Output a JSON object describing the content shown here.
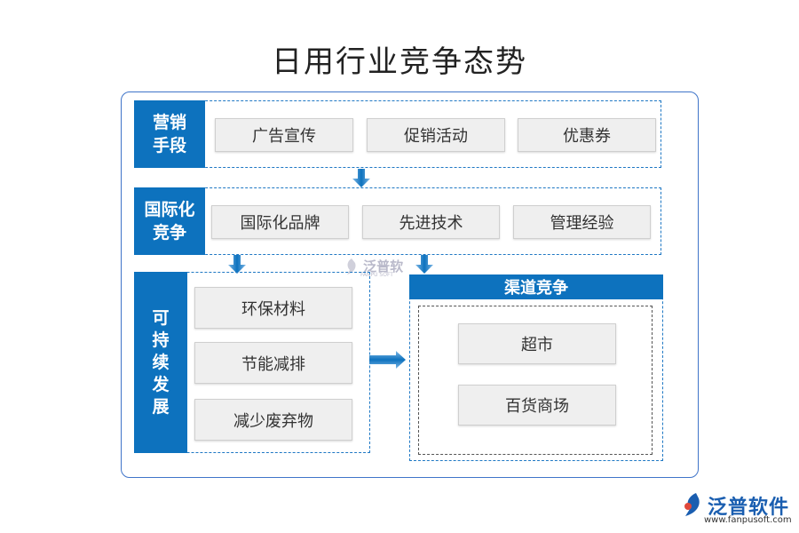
{
  "title": "日用行业竞争态势",
  "marketing": {
    "label_line1": "营销",
    "label_line2": "手段",
    "items": [
      "广告宣传",
      "促销活动",
      "优惠券"
    ]
  },
  "international": {
    "label_line1": "国际化",
    "label_line2": "竞争",
    "items": [
      "国际化品牌",
      "先进技术",
      "管理经验"
    ]
  },
  "sustainable": {
    "label_chars": [
      "可",
      "持",
      "续",
      "发",
      "展"
    ],
    "items": [
      "环保材料",
      "节能减排",
      "减少废弃物"
    ]
  },
  "channel": {
    "header": "渠道竞争",
    "items": [
      "超市",
      "百货商场"
    ]
  },
  "watermark": {
    "text": "泛普软",
    "sub": "FANPU SOFT"
  },
  "logo": {
    "name": "泛普软件",
    "url": "www.fanpusoft.com"
  },
  "colors": {
    "accent": "#0d72be",
    "frame": "#3f74c9",
    "box_bg": "#efefef"
  }
}
